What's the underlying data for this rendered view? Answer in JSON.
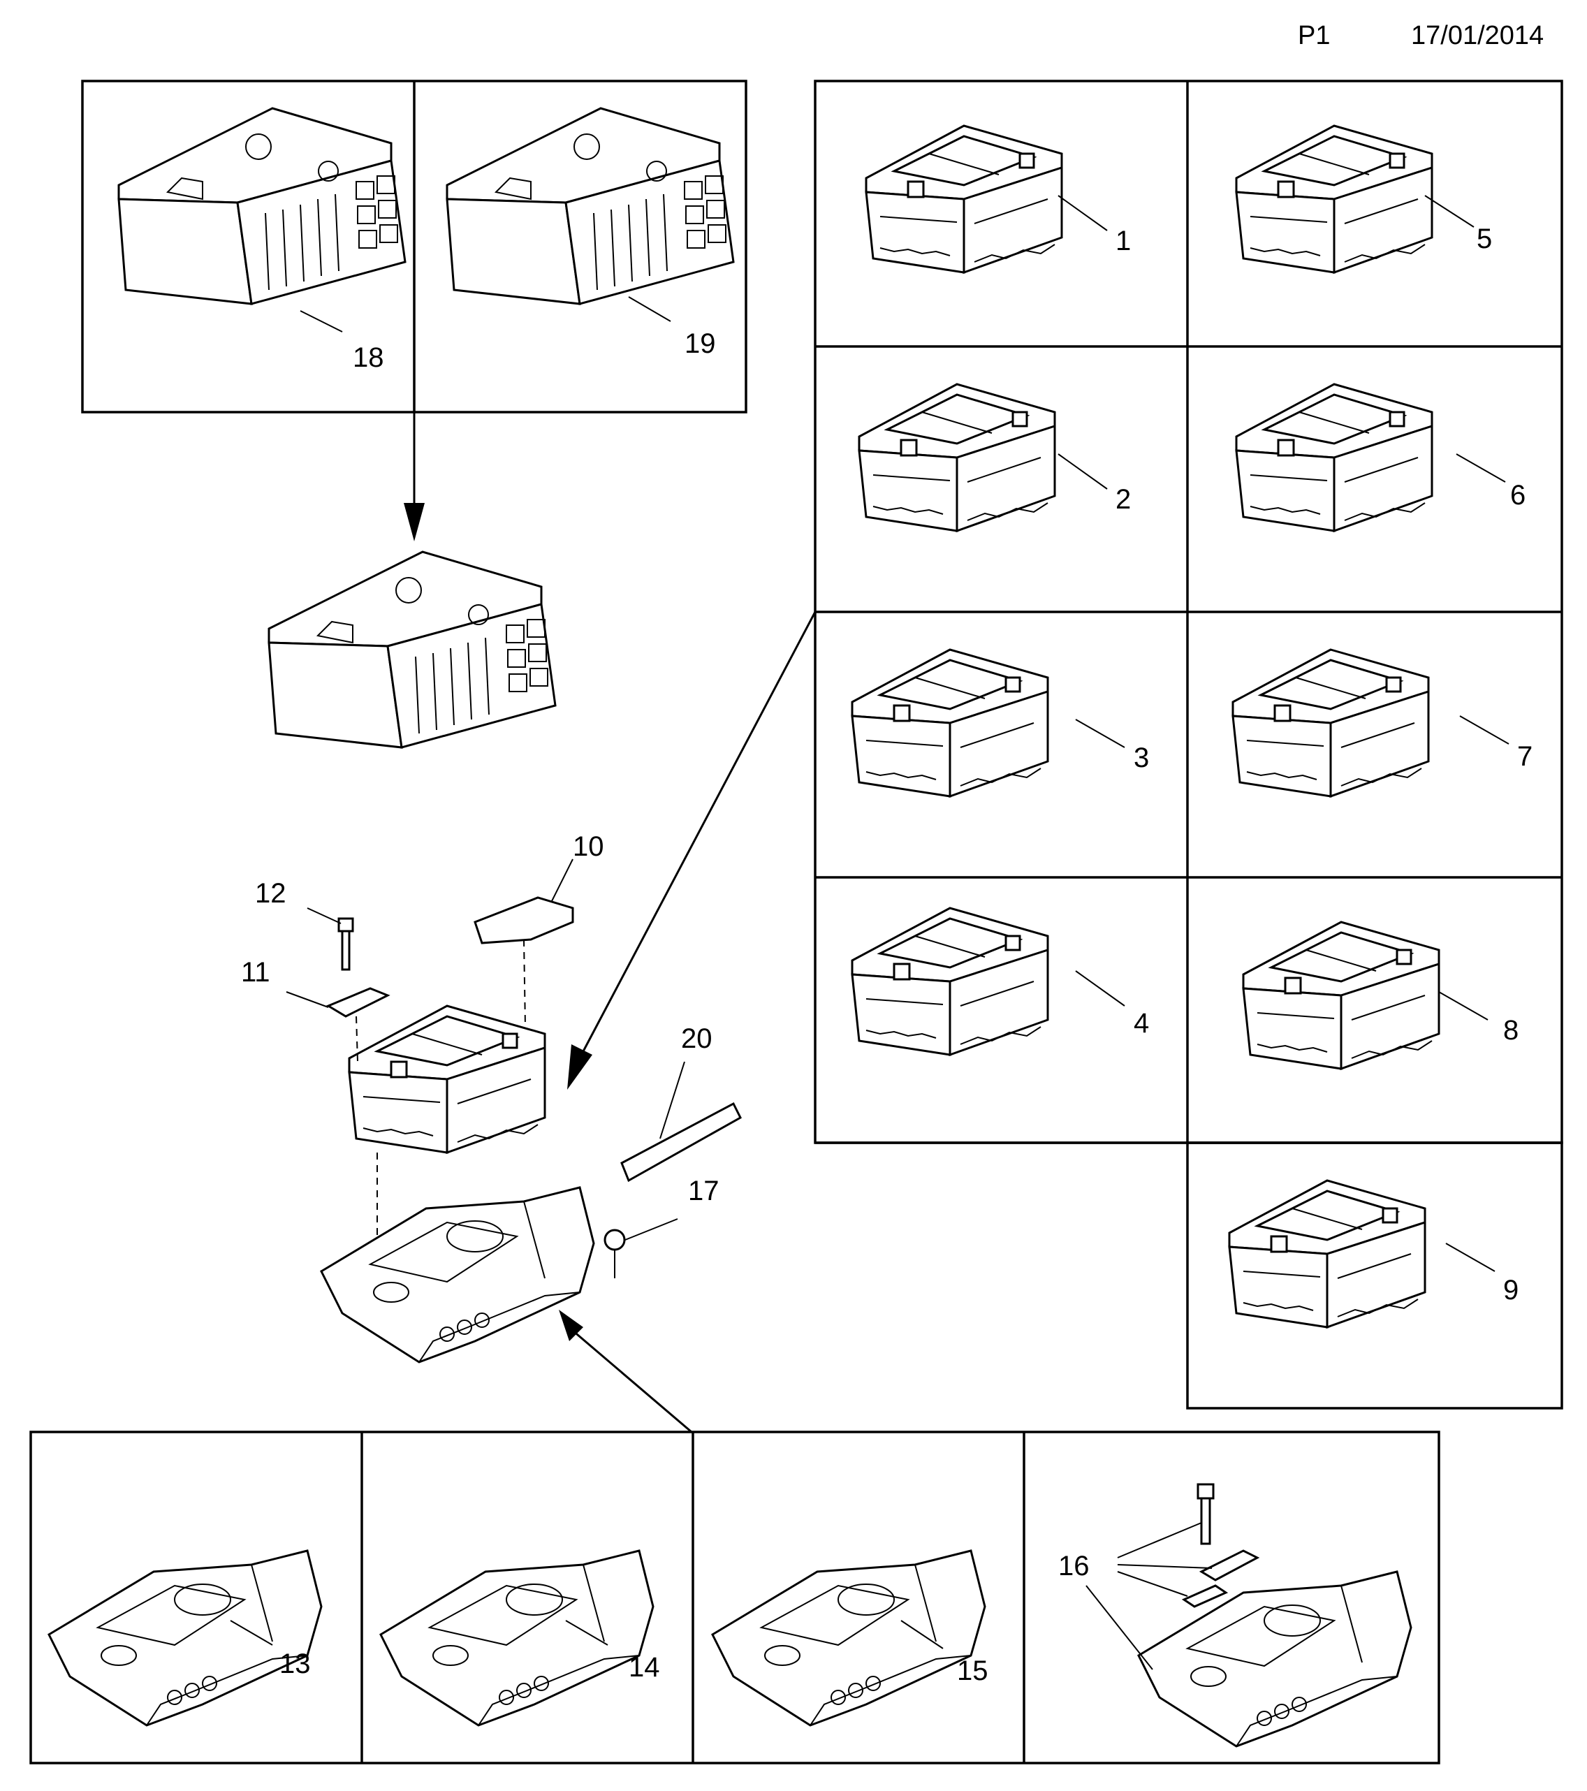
{
  "header": {
    "page_code": "P1",
    "date": "17/01/2014"
  },
  "callouts": [
    "1",
    "2",
    "3",
    "4",
    "5",
    "6",
    "7",
    "8",
    "9",
    "10",
    "11",
    "12",
    "13",
    "14",
    "15",
    "16",
    "17",
    "18",
    "19",
    "20"
  ],
  "colors": {
    "line": "#000000",
    "background": "#ffffff"
  }
}
